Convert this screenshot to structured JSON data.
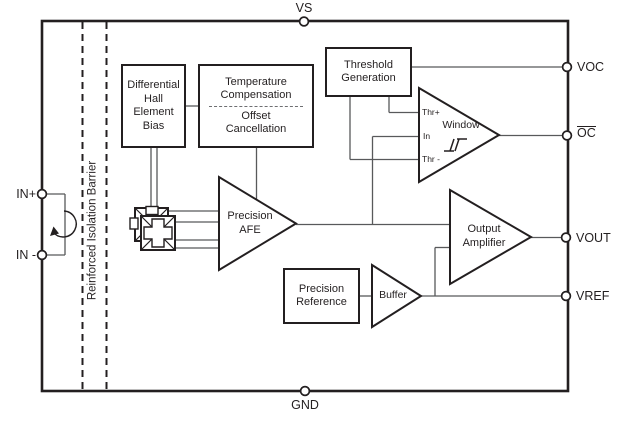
{
  "diagram": {
    "title_hint": "isolated hall-effect current sensor functional block diagram",
    "pins": {
      "vs": "VS",
      "gnd": "GND",
      "voc": "VOC",
      "oc": "OC",
      "vout": "VOUT",
      "vref": "VREF",
      "in_plus": "IN+",
      "in_minus": "IN -"
    },
    "isolation_barrier": "Reinforced Isolation Barrier",
    "blocks": {
      "diff_hall_bias": {
        "lines": [
          "Differential",
          "Hall",
          "Element",
          "Bias"
        ]
      },
      "temp_comp": {
        "top": [
          "Temperature",
          "Compensation"
        ],
        "bottom": [
          "Offset",
          "Cancellation"
        ]
      },
      "threshold_gen": {
        "lines": [
          "Threshold",
          "Generation"
        ]
      },
      "precision_ref": {
        "lines": [
          "Precision",
          "Reference"
        ]
      },
      "precision_afe": {
        "lines": [
          "Precision",
          "AFE"
        ]
      },
      "output_amp": {
        "lines": [
          "Output",
          "Amplifier"
        ]
      },
      "buffer": {
        "label": "Buffer"
      },
      "window_comparator": {
        "label": "Window",
        "inputs": [
          "Thr+",
          "In",
          "Thr -"
        ]
      }
    },
    "colors": {
      "wire": "#58595b",
      "shape": "#231f20",
      "background": "#ffffff"
    }
  }
}
